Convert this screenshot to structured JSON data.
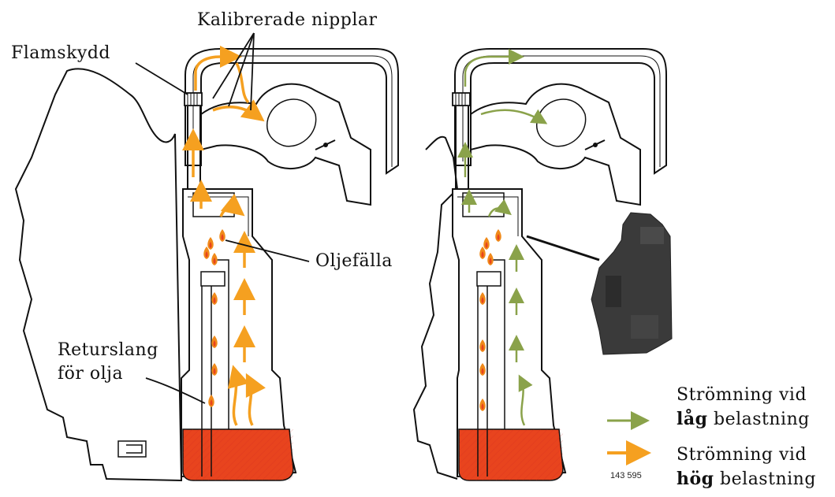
{
  "labels": {
    "kalibrerade": "Kalibrerade nipplar",
    "flamskydd": "Flamskydd",
    "oljefalla": "Oljefälla",
    "returslang_1": "Returslang",
    "returslang_2": "för olja"
  },
  "legend": {
    "low_line1": "Strömning vid",
    "low_bold": "låg",
    "low_rest": " belastning",
    "high_line1": "Strömning vid",
    "high_bold": "hög",
    "high_rest": " belastning",
    "low_color": "#8aa24a",
    "high_color": "#f5a020"
  },
  "figure_number": "143 595",
  "colors": {
    "oil": "#e8441e",
    "flame_outer": "#f08a1a",
    "flame_inner": "#e8441e",
    "part": "#3a3a3a"
  }
}
